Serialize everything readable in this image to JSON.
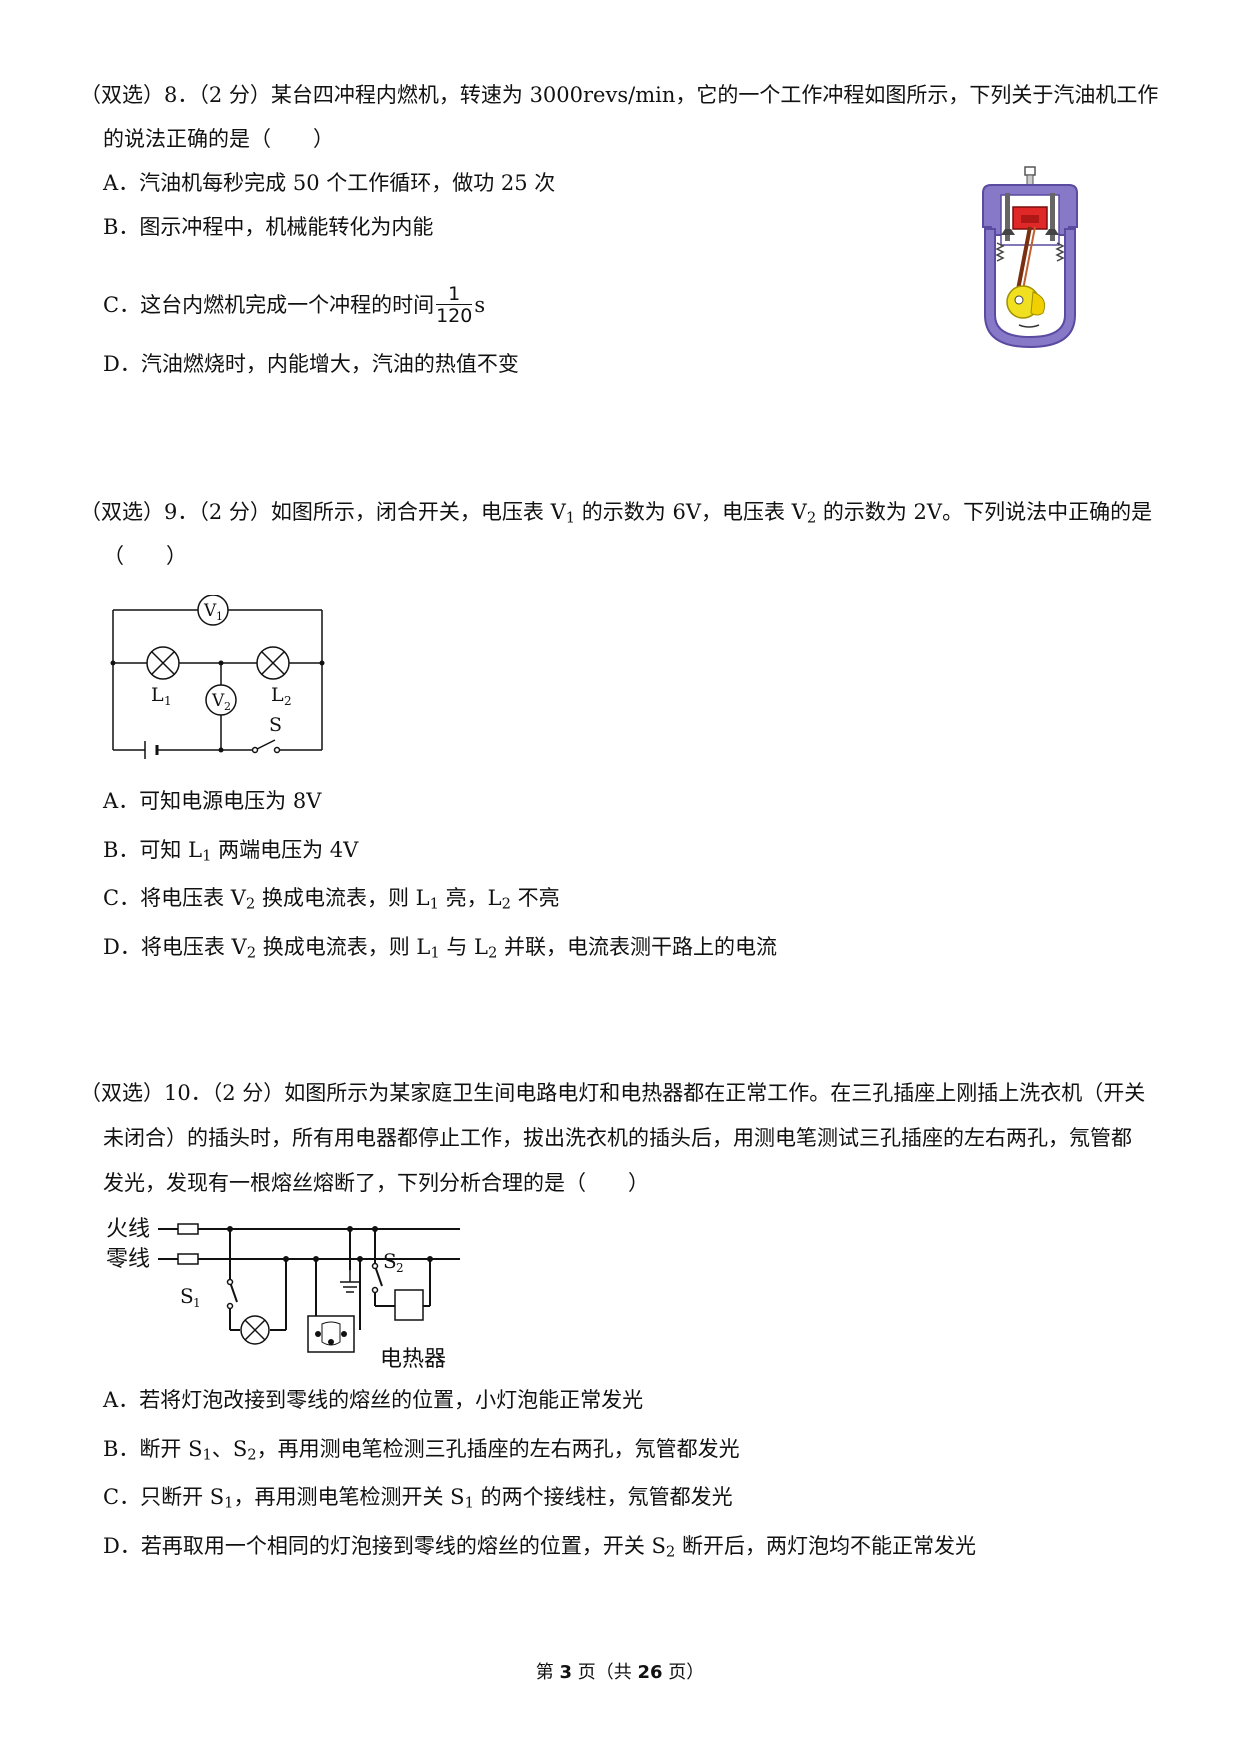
{
  "q8": {
    "line1": "（双选）8．（2 分）某台四冲程内燃机，转速为 3000revs/min，它的一个工作冲程如图所示，下列关于汽油机工作",
    "line2": "的说法正确的是（　　）",
    "optA": "A．汽油机每秒完成 50 个工作循环，做功 25 次",
    "optB": "B．图示冲程中，机械能转化为内能",
    "optC_text": "C．这台内燃机完成一个冲程的时间",
    "optC_num": "1",
    "optC_den": "120",
    "optC_unit": "s",
    "optD": "D．汽油燃烧时，内能增大，汽油的热值不变"
  },
  "q9": {
    "line1_a": "（双选）9．（2 分）如图所示，闭合开关，电压表 V",
    "line1_s1": "1",
    "line1_b": " 的示数为 6V，电压表 V",
    "line1_s2": "2",
    "line1_c": " 的示数为 2V。下列说法中正确的是",
    "line2": "（　　）",
    "optA": "A．可知电源电压为  8V",
    "optB_a": "B．可知  L",
    "optB_s": "1",
    "optB_b": "  两端电压为  4V",
    "optC_a": "C．将电压表  V",
    "optC_s1": "2",
    "optC_b": "  换成电流表，则  L",
    "optC_s2": "1",
    "optC_c": "  亮，L",
    "optC_s3": "2",
    "optC_d": "  不亮",
    "optD_a": "D．将电压表  V",
    "optD_s1": "2",
    "optD_b": "  换成电流表，则  L",
    "optD_s2": "1",
    "optD_c": "  与  L",
    "optD_s3": "2",
    "optD_d": "  并联，电流表测干路上的电流",
    "diagram": {
      "v1": "V",
      "v1_sub": "1",
      "v2": "V",
      "v2_sub": "2",
      "l1": "L",
      "l1_sub": "1",
      "l2": "L",
      "l2_sub": "2",
      "s": "S"
    }
  },
  "q10": {
    "line1": "（双选）10．（2 分）如图所示为某家庭卫生间电路电灯和电热器都在正常工作。在三孔插座上刚插上洗衣机（开关",
    "line2": "未闭合）的插头时，所有用电器都停止工作，拔出洗衣机的插头后，用测电笔测试三孔插座的左右两孔，氖管都",
    "line3": "发光，发现有一根熔丝熔断了，下列分析合理的是（　　）",
    "optA": "A．若将灯泡改接到零线的熔丝的位置，小灯泡能正常发光",
    "optB_a": "B．断开 S",
    "optB_s1": "1",
    "optB_b": "、S",
    "optB_s2": "2",
    "optB_c": "，再用测电笔检测三孔插座的左右两孔，氖管都发光",
    "optC_a": "C．只断开 S",
    "optC_s1": "1",
    "optC_b": "，再用测电笔检测开关 S",
    "optC_s2": "1",
    "optC_c": " 的两个接线柱，氖管都发光",
    "optD_a": "D．若再取用一个相同的灯泡接到零线的熔丝的位置，开关 S",
    "optD_s": "2",
    "optD_b": " 断开后，两灯泡均不能正常发光",
    "diagram": {
      "live": "火线",
      "neutral": "零线",
      "s1": "S",
      "s1_sub": "1",
      "s2": "S",
      "s2_sub": "2",
      "heater": "电热器"
    }
  },
  "footer": {
    "pre": "第 ",
    "page": "3",
    "mid": " 页（共 ",
    "total": "26",
    "post": " 页）"
  }
}
